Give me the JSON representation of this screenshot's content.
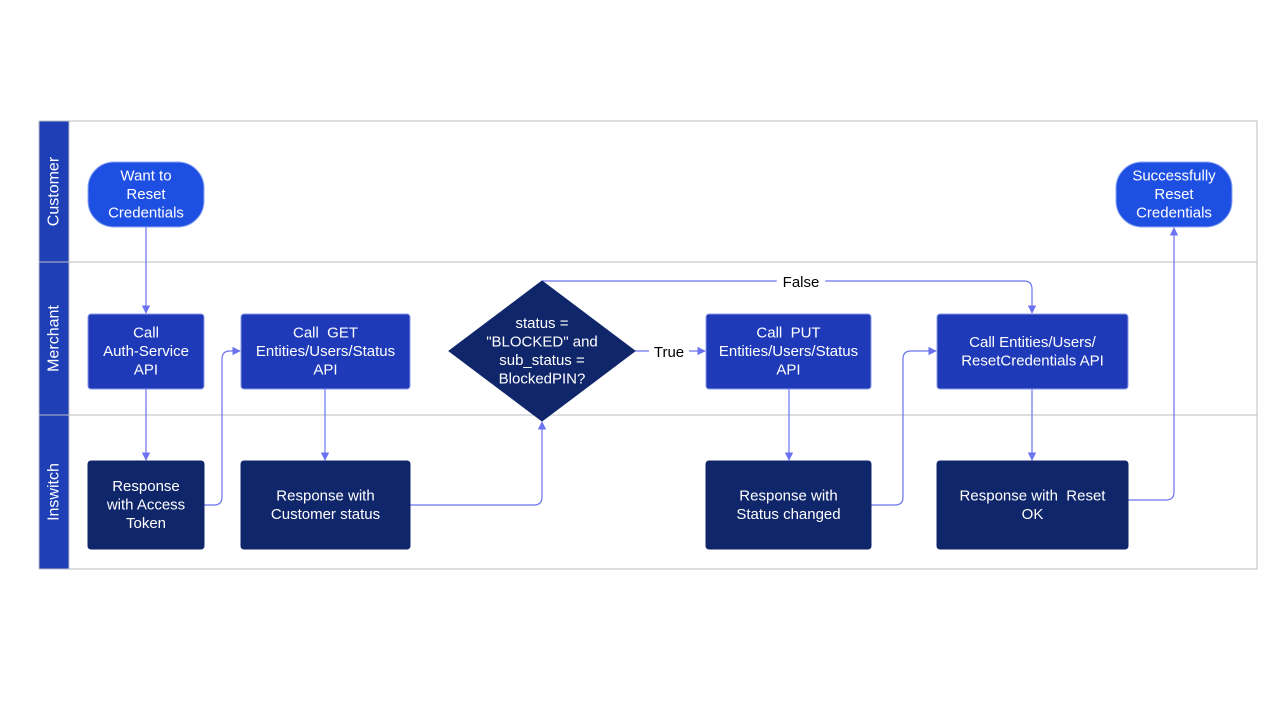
{
  "colors": {
    "lane_header": "#1f3fb7",
    "light_node": "#1e4fe3",
    "mid_node": "#1e3ab8",
    "dark_node": "#10266b",
    "edge": "#6b73f0",
    "border": "#b9bcc4"
  },
  "lanes": [
    {
      "id": "customer",
      "label": "Customer"
    },
    {
      "id": "merchant",
      "label": "Merchant"
    },
    {
      "id": "inswitch",
      "label": "Inswitch"
    }
  ],
  "nodes": {
    "start": {
      "shape": "stadium",
      "lines": [
        "Want to",
        "Reset",
        "Credentials"
      ]
    },
    "end": {
      "shape": "stadium",
      "lines": [
        "Successfully",
        "Reset",
        "Credentials"
      ]
    },
    "auth_call": {
      "shape": "process",
      "lines": [
        "Call",
        "Auth-Service",
        "API"
      ]
    },
    "get_status_call": {
      "shape": "process",
      "lines": [
        "Call  GET",
        "Entities/Users/Status",
        "API"
      ]
    },
    "decision": {
      "shape": "decision",
      "lines": [
        "status =",
        "\"BLOCKED\" and",
        "sub_status =",
        "BlockedPIN?"
      ]
    },
    "put_status_call": {
      "shape": "process",
      "lines": [
        "Call  PUT",
        "Entities/Users/Status",
        "API"
      ]
    },
    "reset_call": {
      "shape": "process",
      "lines": [
        "Call Entities/Users/",
        "ResetCredentials API"
      ]
    },
    "auth_resp": {
      "shape": "response",
      "lines": [
        "Response",
        "with Access",
        "Token"
      ]
    },
    "status_resp": {
      "shape": "response",
      "lines": [
        "Response with",
        "Customer status"
      ]
    },
    "changed_resp": {
      "shape": "response",
      "lines": [
        "Response with",
        "Status changed"
      ]
    },
    "reset_resp": {
      "shape": "response",
      "lines": [
        "Response with  Reset",
        "OK"
      ]
    }
  },
  "edges": [
    {
      "id": "start-to-auth",
      "from": "start",
      "to": "auth_call",
      "label": ""
    },
    {
      "id": "auth-to-authresp",
      "from": "auth_call",
      "to": "auth_resp",
      "label": ""
    },
    {
      "id": "authresp-to-get",
      "from": "auth_resp",
      "to": "get_status_call",
      "label": ""
    },
    {
      "id": "get-to-statusresp",
      "from": "get_status_call",
      "to": "status_resp",
      "label": ""
    },
    {
      "id": "statusresp-to-decision",
      "from": "status_resp",
      "to": "decision",
      "label": ""
    },
    {
      "id": "decision-true",
      "from": "decision",
      "to": "put_status_call",
      "label": "True"
    },
    {
      "id": "decision-false",
      "from": "decision",
      "to": "reset_call",
      "label": "False"
    },
    {
      "id": "put-to-changed",
      "from": "put_status_call",
      "to": "changed_resp",
      "label": ""
    },
    {
      "id": "changed-to-reset",
      "from": "changed_resp",
      "to": "reset_call",
      "label": ""
    },
    {
      "id": "reset-to-resetresp",
      "from": "reset_call",
      "to": "reset_resp",
      "label": ""
    },
    {
      "id": "resetresp-to-end",
      "from": "reset_resp",
      "to": "end",
      "label": ""
    }
  ]
}
